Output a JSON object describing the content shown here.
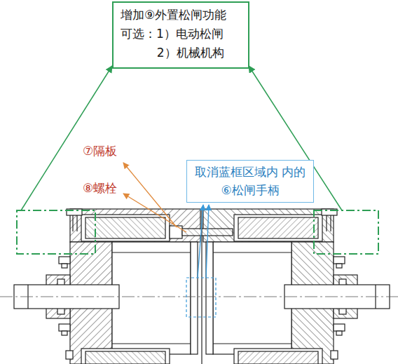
{
  "diagram": {
    "nodes": [
      {
        "text": [
          "增加⑨外置松闸功能",
          "可选：1）电动松闸",
          "2）机械机构"
        ]
      },
      {
        "text": [
          "取消蓝框区域内 内的⑥松闸手柄"
        ]
      }
    ],
    "labels": [
      "⑦隔板",
      "⑧螺栓"
    ]
  }
}
